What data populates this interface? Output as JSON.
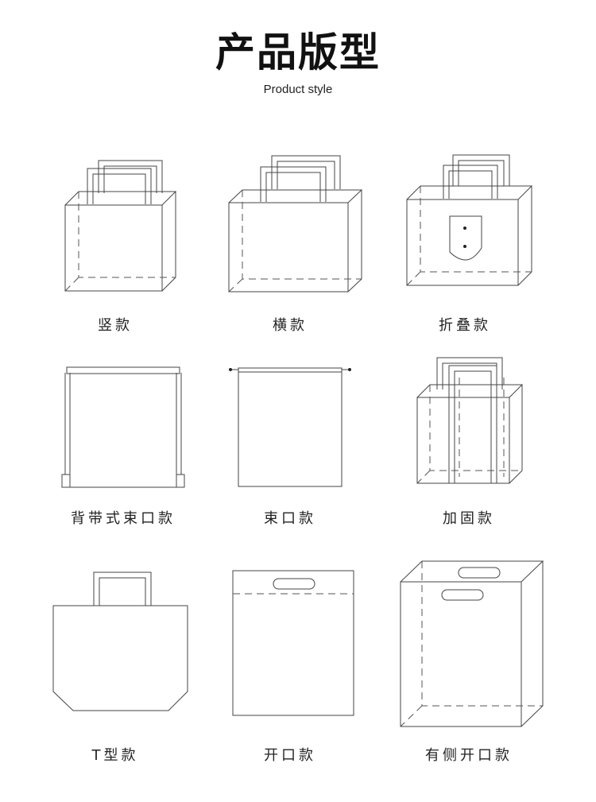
{
  "header": {
    "title": "产品版型",
    "subtitle": "Product style"
  },
  "styles": [
    {
      "label": "竖款"
    },
    {
      "label": "横款"
    },
    {
      "label": "折叠款"
    },
    {
      "label": "背带式束口款"
    },
    {
      "label": "束口款"
    },
    {
      "label": "加固款"
    },
    {
      "label": "T型款"
    },
    {
      "label": "开口款"
    },
    {
      "label": "有侧开口款"
    }
  ]
}
